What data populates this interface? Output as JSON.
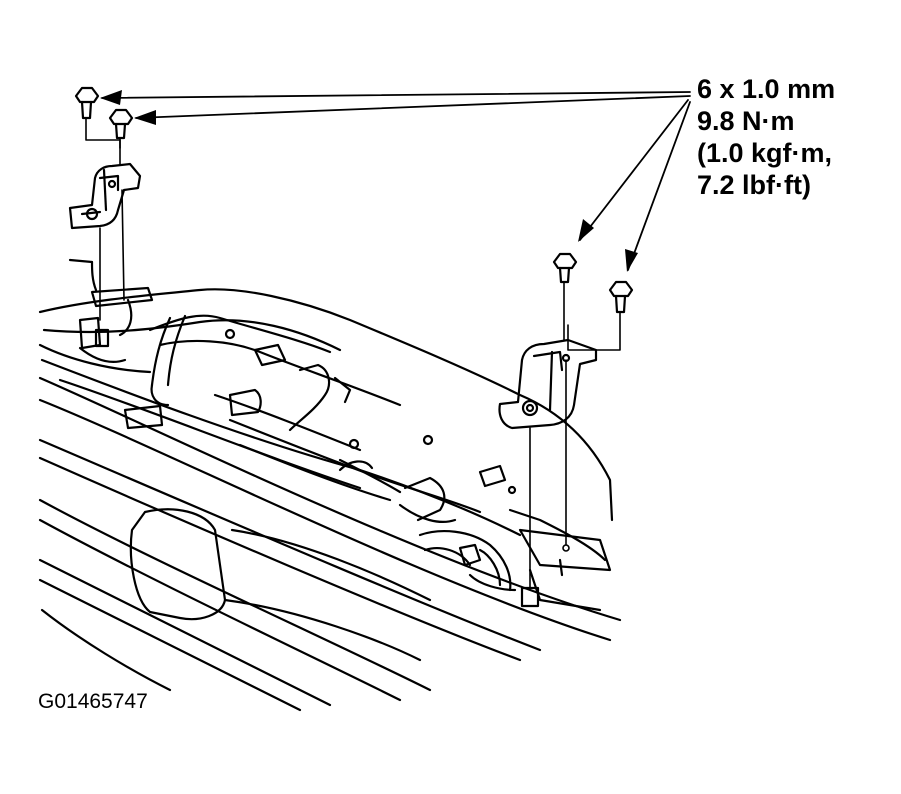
{
  "callout": {
    "lines": [
      "6 x 1.0 mm",
      "9.8 N·m",
      "(1.0 kgf·m,",
      "7.2 lbf·ft)"
    ]
  },
  "figure_id": "G01465747",
  "colors": {
    "ink": "#000000",
    "paper": "#ffffff"
  }
}
